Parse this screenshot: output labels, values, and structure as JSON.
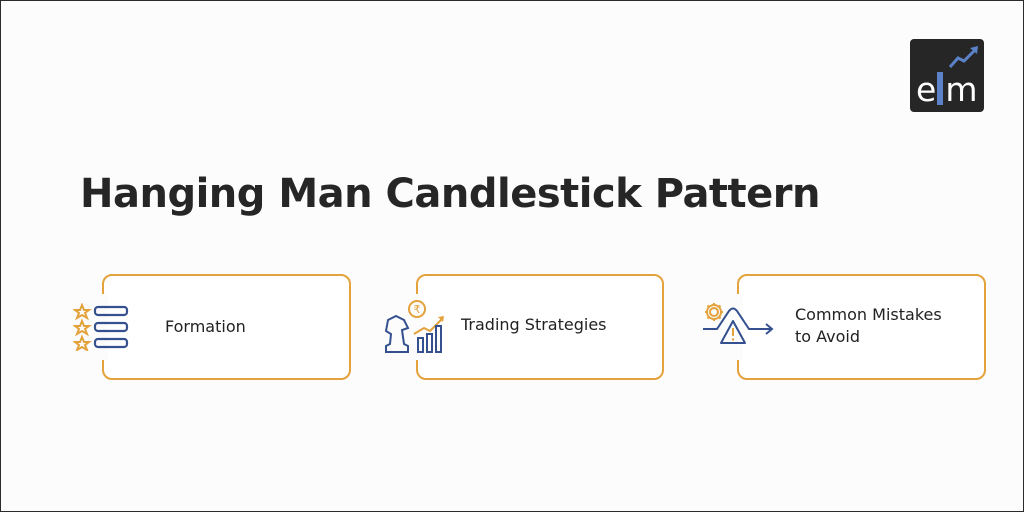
{
  "brand": {
    "logo_text_left": "e",
    "logo_text_right": "m",
    "logo_colors": {
      "background": "#262626",
      "bar": "#5b82c8",
      "text": "#ffffff"
    }
  },
  "title": "Hanging Man Candlestick Pattern",
  "colors": {
    "accent_orange": "#e3a23b",
    "icon_blue": "#34508e",
    "text": "#262626"
  },
  "cards": [
    {
      "label": "Formation",
      "icon": "star-list-icon"
    },
    {
      "label": "Trading Strategies",
      "icon": "chess-knight-growth-chart-icon"
    },
    {
      "label_line1": "Common Mistakes",
      "label_line2": "to Avoid",
      "icon": "gear-warning-triangle-icon"
    }
  ]
}
